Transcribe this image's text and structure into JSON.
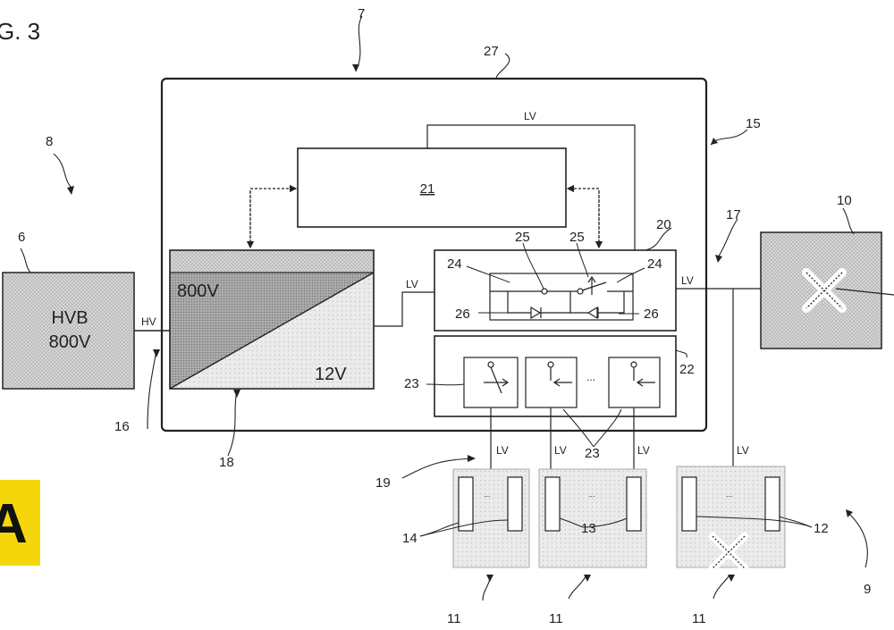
{
  "figure": {
    "title": "G. 3",
    "badge_letter": "A",
    "colors": {
      "line": "#222222",
      "hatch": "#bdbdbd",
      "hatch_dark": "#9e9e9e",
      "badge": "#f5d60b"
    }
  },
  "blocks": {
    "battery": {
      "line1": "HVB",
      "line2": "800V"
    },
    "converter": {
      "upper": "800V",
      "lower": "12V"
    },
    "controller": {
      "ref": "21"
    }
  },
  "signals": {
    "hv": "HV",
    "lv_top": "LV",
    "lv_conv": "LV",
    "lv_out": "LV",
    "lv_z14": "LV",
    "lv_z13a": "LV",
    "lv_z13b": "LV",
    "lv_z12": "LV"
  },
  "refs": {
    "r7": "7",
    "r27": "27",
    "r15": "15",
    "r8": "8",
    "r6": "6",
    "r10": "10",
    "r17": "17",
    "r20": "20",
    "r25a": "25",
    "r25b": "25",
    "r24a": "24",
    "r24b": "24",
    "r26a": "26",
    "r26b": "26",
    "r22": "22",
    "r23a": "23",
    "r23b": "23",
    "r16": "16",
    "r18": "18",
    "r19": "19",
    "r14": "14",
    "r13": "13",
    "r12": "12",
    "r9": "9",
    "r11a": "11",
    "r11b": "11",
    "r11c": "11",
    "ellipsis_switches": "...",
    "ellipsis_z14": "...",
    "ellipsis_z13": "...",
    "ellipsis_z12": "..."
  }
}
